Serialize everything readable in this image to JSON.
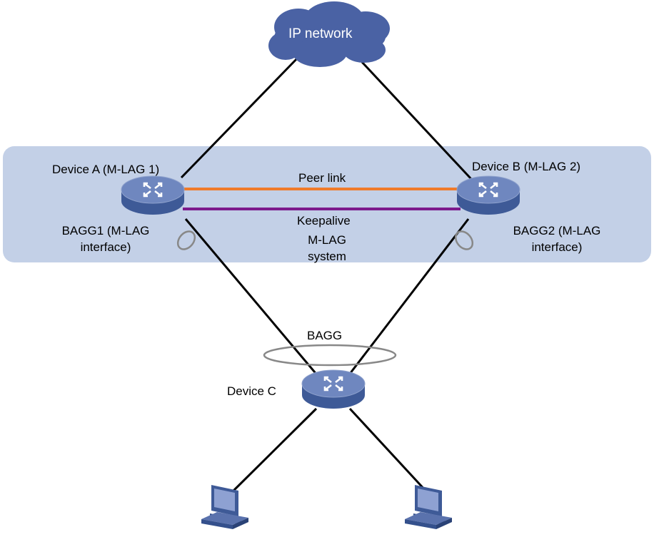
{
  "colors": {
    "mlag_region": "#c3d0e7",
    "peer_link": "#f07a2a",
    "keepalive_link": "#7d1a8c",
    "device_top": "#6f87bf",
    "device_side": "#3e5a97",
    "cloud": "#4a62a4",
    "lag_ellipse": "#888888",
    "link": "#000000"
  },
  "cloud": {
    "label": "IP network",
    "icon": "cloud-icon"
  },
  "device_a": {
    "label": "Device A (M-LAG 1)",
    "icon": "switch-icon"
  },
  "device_b": {
    "label": "Device B (M-LAG 2)",
    "icon": "switch-icon"
  },
  "device_c": {
    "label": "Device C",
    "icon": "switch-icon"
  },
  "links": {
    "peer_link": "Peer link",
    "keepalive": "Keepalive"
  },
  "mlag_system": {
    "line1": "M-LAG",
    "line2": "system"
  },
  "bagg1": {
    "line1": "BAGG1 (M-LAG",
    "line2": "interface)"
  },
  "bagg2": {
    "line1": "BAGG2 (M-LAG",
    "line2": "interface)"
  },
  "bagg_c": {
    "label": "BAGG"
  },
  "hosts": [
    {
      "icon": "pc-icon"
    },
    {
      "icon": "pc-icon"
    }
  ]
}
